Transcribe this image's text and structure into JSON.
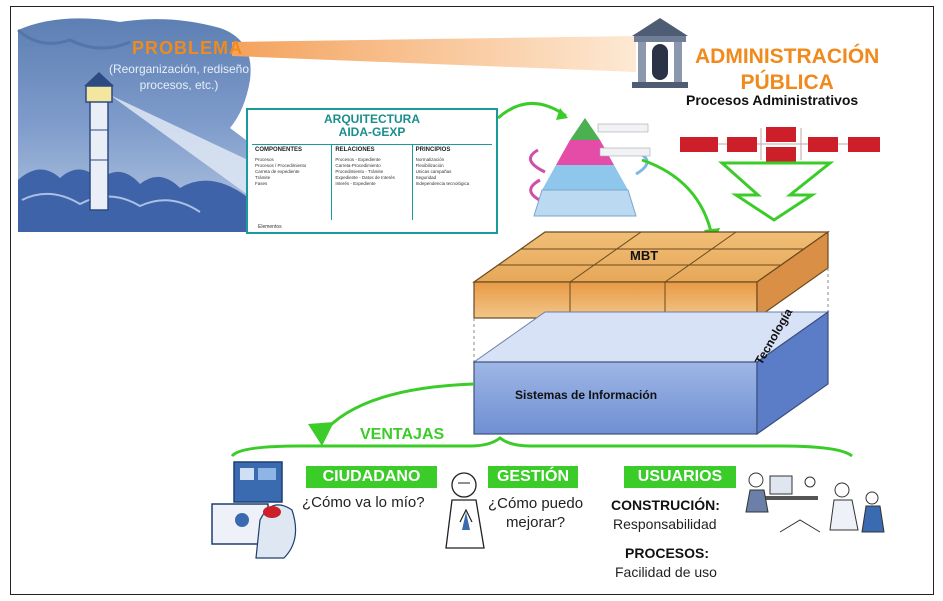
{
  "problema": {
    "title": "PROBLEMA",
    "description": "(Reorganización, rediseño procesos, etc.)"
  },
  "administracion": {
    "title_line1": "ADMINISTRACIÓN",
    "title_line2": "PÚBLICA",
    "subtitle": "Procesos Administrativos"
  },
  "arquitectura": {
    "title_line1": "ARQUITECTURA",
    "title_line2": "AIDA-GEXP",
    "columns": [
      {
        "header": "COMPONENTES",
        "items": [
          "Procesos",
          "Procesos / Procedimiento",
          "Carreta de expediente",
          "Trámite",
          "Fases"
        ]
      },
      {
        "header": "RELACIONES",
        "items": [
          "Procesos - Expediente",
          "Carreta-Procedimiento",
          "Procedimiento - Trámite",
          "Expediente - Datos de Interés",
          "Interés - Expediente"
        ]
      },
      {
        "header": "PRINCIPIOS",
        "items": [
          "Normalización",
          "Flexibilización",
          "Unicas campañas",
          "Seguridad",
          "Independencia tecnológica"
        ]
      }
    ],
    "footer": "Elementos"
  },
  "mbt": {
    "label": "MBT",
    "base_label": "Sistemas de Información",
    "side_label": "Tecnología"
  },
  "ventajas": {
    "label": "VENTAJAS",
    "ciudadano": {
      "tag": "CIUDADANO",
      "question": "¿Cómo va lo mío?"
    },
    "gestion": {
      "tag": "GESTIÓN",
      "question_line1": "¿Cómo puedo",
      "question_line2": "mejorar?"
    },
    "usuarios": {
      "tag": "USUARIOS",
      "h1": "CONSTRUCIÓN:",
      "t1": "Responsabilidad",
      "h2": "PROCESOS:",
      "t2": "Facilidad de uso"
    }
  },
  "colors": {
    "orange": "#f08a1c",
    "green": "#3ccc2a",
    "teal": "#1a9a9a",
    "red": "#cc1f2a"
  }
}
